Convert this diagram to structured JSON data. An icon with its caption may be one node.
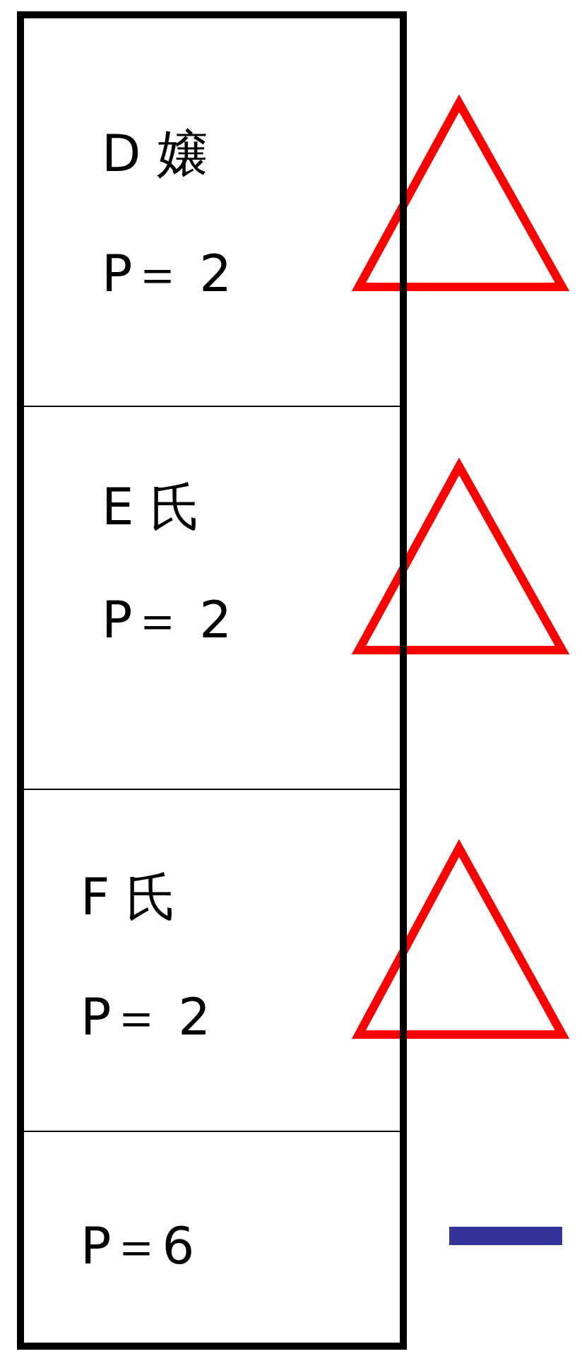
{
  "diagram": {
    "nodes": [
      {
        "text": [],
        "shape": "box"
      },
      {
        "text": [
          "D 嬢",
          "P＝ 2"
        ],
        "in": 0
      },
      {
        "text": [
          "E 氏",
          "P＝ 2"
        ],
        "in": 0
      },
      {
        "text": [
          "F 氏",
          "P＝ 2"
        ],
        "in": 0
      },
      {
        "text": [
          "P＝6"
        ],
        "in": 0
      }
    ]
  }
}
